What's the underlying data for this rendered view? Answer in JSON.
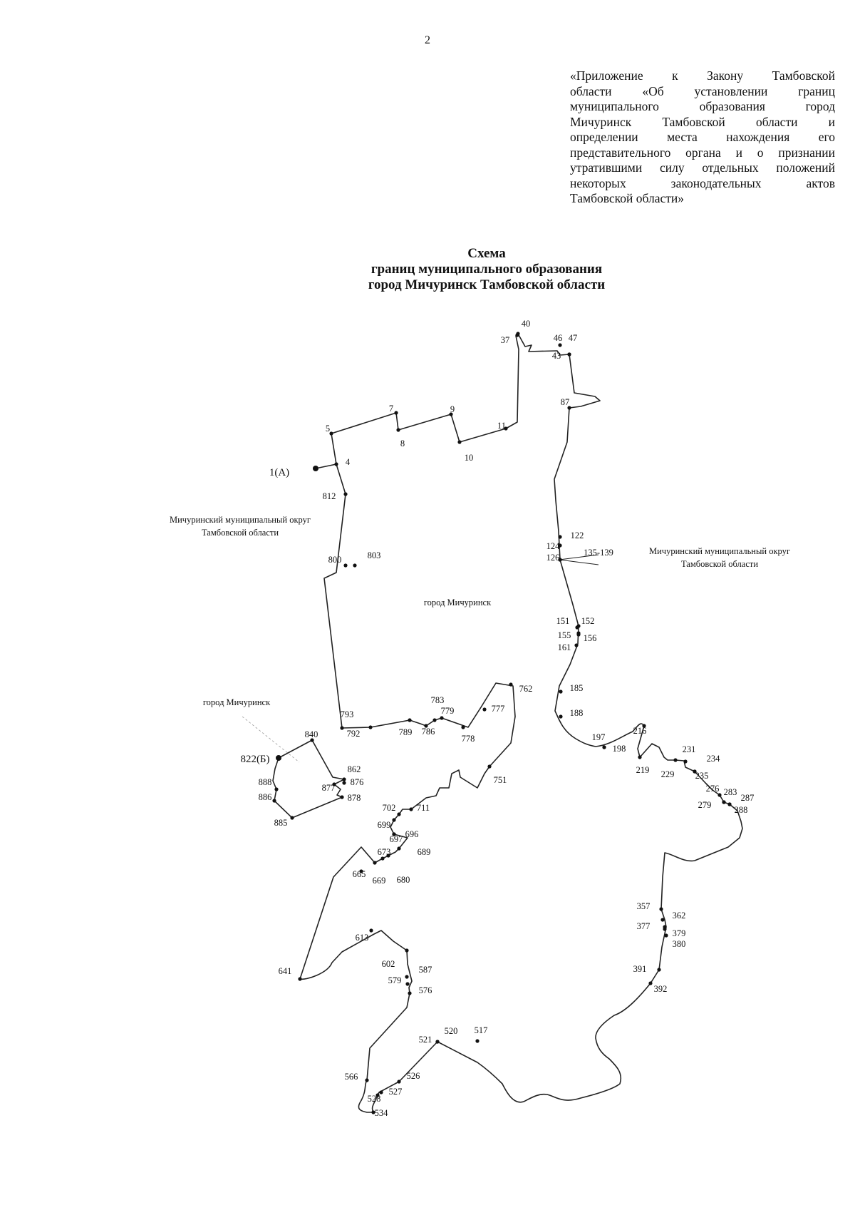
{
  "page_number": "2",
  "appendix_lines": [
    "«Приложение к Закону Тамбовской",
    "области «Об установлении границ",
    "муниципального образования город",
    "Мичуринск Тамбовской области и",
    "определении места нахождения его",
    "представительного органа и о признании",
    "утратившими силу отдельных положений",
    "некоторых законодательных актов",
    "Тамбовской области»"
  ],
  "title_lines": [
    "Схема",
    "границ муниципального образования",
    "город Мичуринск Тамбовской области"
  ],
  "areas": {
    "district_left_line1": "Мичуринский муниципальный округ",
    "district_left_line2": "Тамбовской области",
    "district_right_line1": "Мичуринский муниципальный округ",
    "district_right_line2": "Тамбовской области",
    "city_main": "город Мичуринск",
    "city_enclave": "город Мичуринск"
  },
  "points": [
    "1(А)",
    "4",
    "5",
    "7",
    "8",
    "9",
    "10",
    "11",
    "37",
    "40",
    "43",
    "46",
    "47",
    "87",
    "122",
    "124",
    "126",
    "135-139",
    "151",
    "152",
    "155",
    "156",
    "161",
    "185",
    "188",
    "197",
    "198",
    "216",
    "219",
    "229",
    "231",
    "234",
    "235",
    "276",
    "279",
    "283",
    "287",
    "288",
    "357",
    "362",
    "377",
    "379",
    "380",
    "391",
    "392",
    "517",
    "520",
    "521",
    "526",
    "527",
    "528",
    "534",
    "566",
    "576",
    "579",
    "587",
    "602",
    "613",
    "641",
    "665",
    "669",
    "673",
    "680",
    "689",
    "696",
    "697",
    "699",
    "702",
    "711",
    "751",
    "762",
    "777",
    "778",
    "779",
    "783",
    "786",
    "789",
    "792",
    "793",
    "800",
    "803",
    "812",
    "822(Б)",
    "840",
    "862",
    "876",
    "877",
    "878",
    "885",
    "886",
    "888"
  ]
}
